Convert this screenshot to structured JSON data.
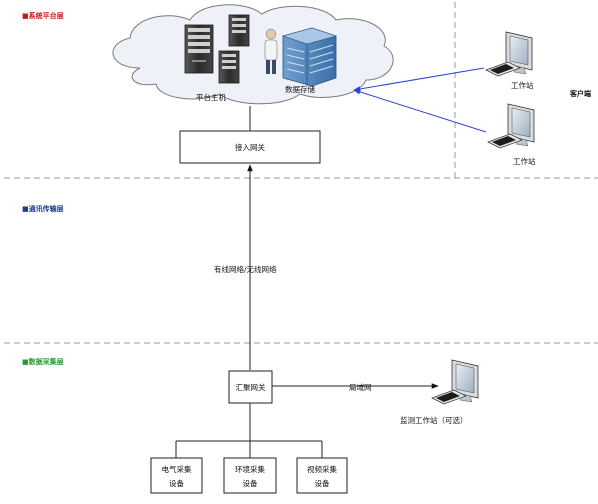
{
  "layers": {
    "platform": {
      "label": "■系统平台层",
      "color": "#d01414"
    },
    "transport": {
      "label": "■通讯传输层",
      "color": "#1f3b8c"
    },
    "acquisition": {
      "label": "■数据采集层",
      "color": "#1f9e2e"
    },
    "client": {
      "label": "客户端",
      "color": "#111111"
    }
  },
  "nodes": {
    "platform_host": "平台主机",
    "data_storage": "数据存储",
    "access_gateway": "接入网关",
    "workstation_1": "工作站",
    "workstation_2": "工作站",
    "aggregation_gateway": "汇聚网关",
    "monitor_station": "监测工作站（可选）",
    "electrical_device_line1": "电气采集",
    "electrical_device_line2": "设备",
    "environment_device_line1": "环境采集",
    "environment_device_line2": "设备",
    "video_device_line1": "视频采集",
    "video_device_line2": "设备"
  },
  "links": {
    "wired_wireless": "有线网络/无线网络",
    "lan": "局域网"
  },
  "colors": {
    "workstation_arrow": "#2a44c8",
    "cloud_fill": "#eef1f8",
    "cloud_stroke": "#7a7a7a",
    "dashed_line": "#9a9a9a",
    "storage_blue": "#4a7fb8"
  }
}
